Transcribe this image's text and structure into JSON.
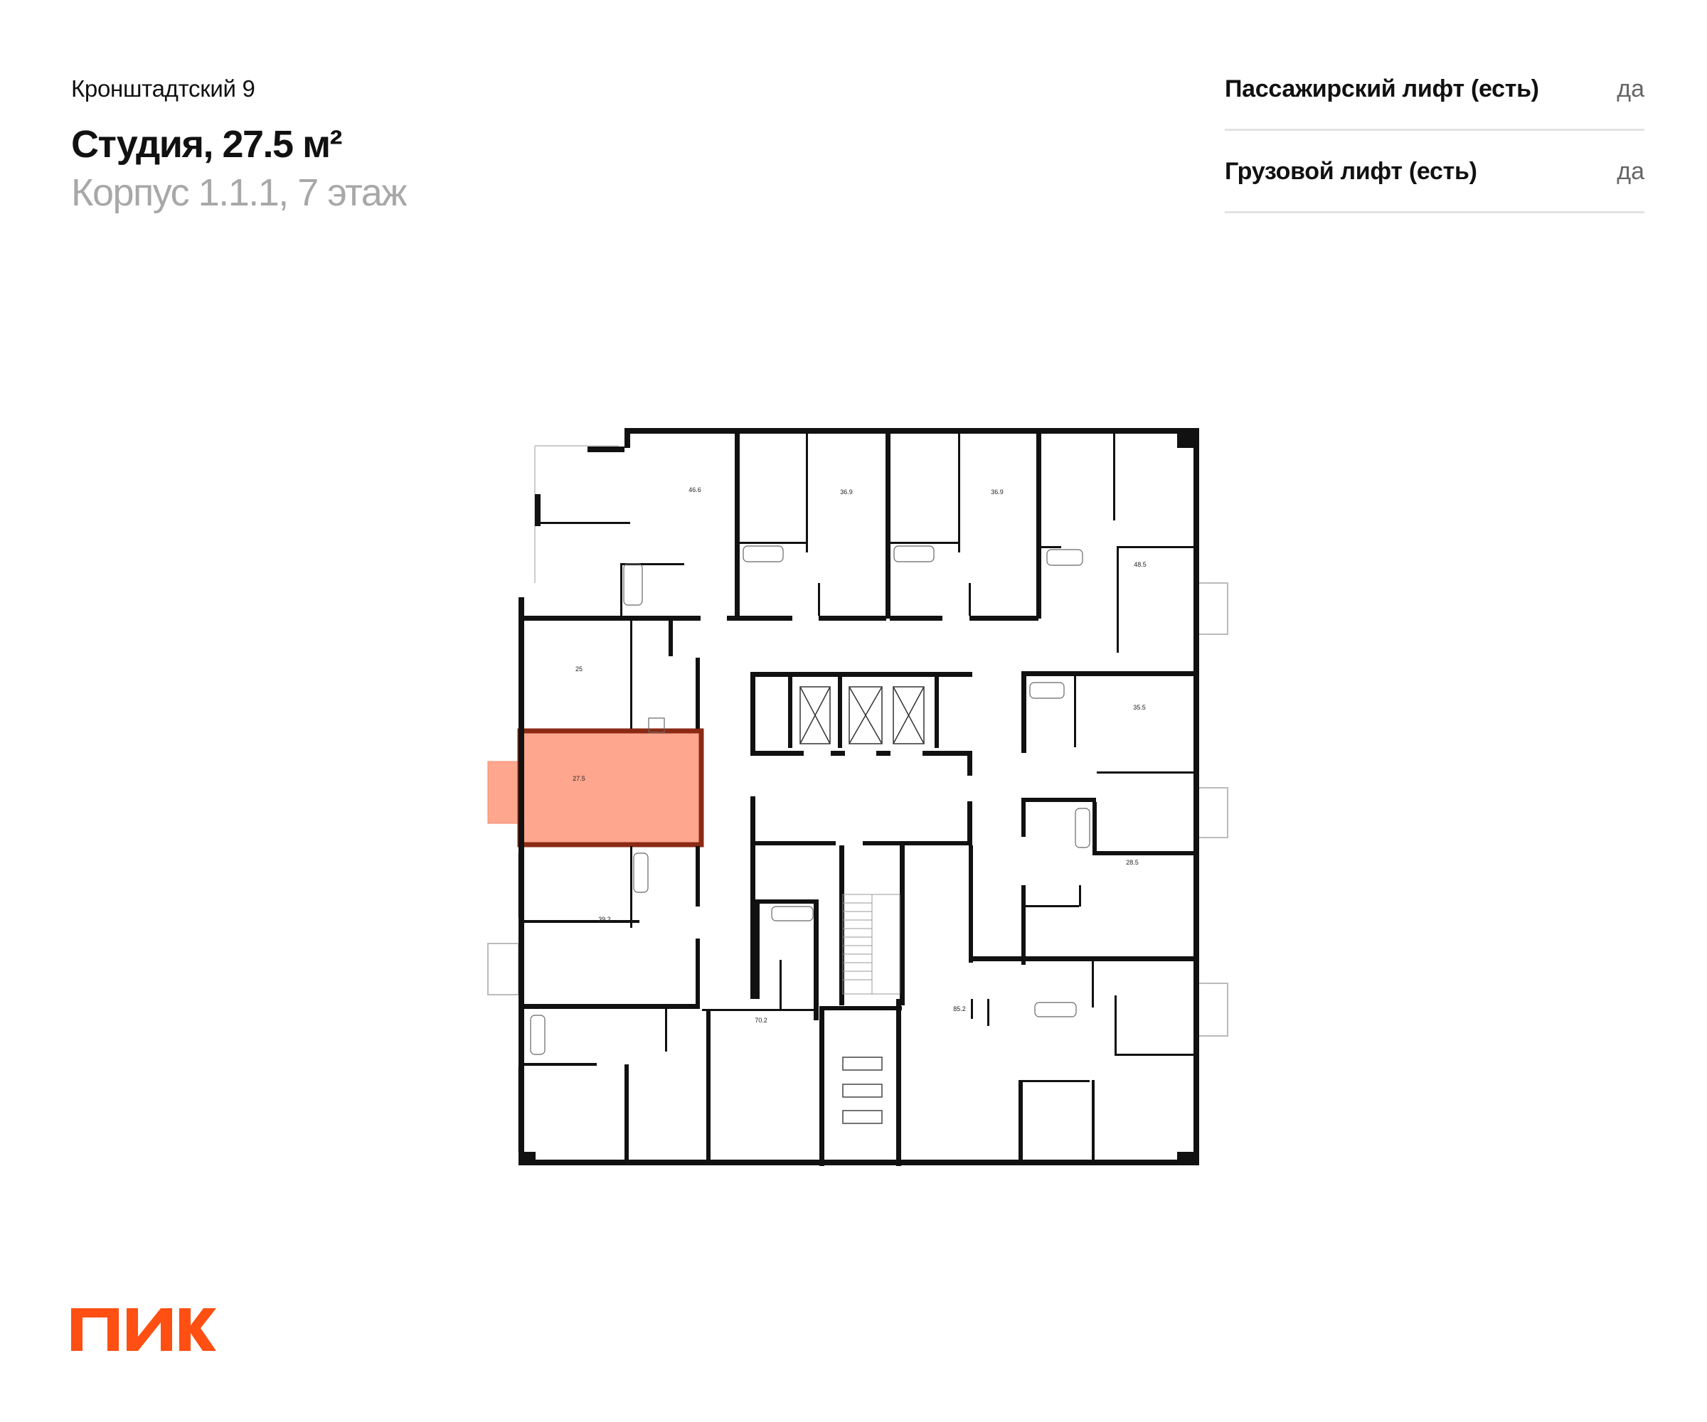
{
  "header": {
    "project": "Кронштадтский 9",
    "title": "Студия, 27.5 м²",
    "subtitle": "Корпус 1.1.1, 7 этаж"
  },
  "features": [
    {
      "label": "Пассажирский лифт (есть)",
      "value": "да"
    },
    {
      "label": "Грузовой лифт (есть)",
      "value": "да"
    }
  ],
  "floorplan": {
    "selected_unit": "27.5",
    "rooms": [
      "46.6",
      "36.9",
      "36.9",
      "48.5",
      "25",
      "27.5",
      "35.5",
      "28.5",
      "39.2",
      "70.2",
      "85.2"
    ]
  },
  "colors": {
    "highlight": "#FFA68E",
    "highlight_border": "#8B2A14",
    "brand": "#FF4F12",
    "muted": "#A8A8A8"
  },
  "logo": {
    "text": "ПИК"
  }
}
